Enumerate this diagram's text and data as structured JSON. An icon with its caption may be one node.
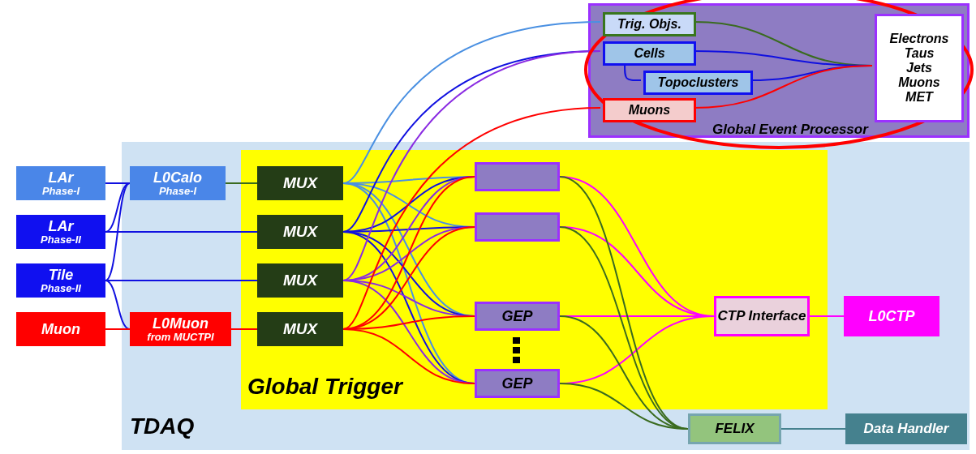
{
  "diagram": {
    "nodes": [
      {
        "text": [
          "TDAQ"
        ]
      },
      {
        "text": [
          "LAr",
          "Phase-I"
        ]
      },
      {
        "text": [
          "LAr",
          "Phase-II"
        ]
      },
      {
        "text": [
          "Tile",
          "Phase-II"
        ]
      },
      {
        "text": [
          "Muon"
        ]
      },
      {
        "text": [
          "L0Calo",
          "Phase-I"
        ],
        "in": 0
      },
      {
        "text": [
          "L0Muon",
          "from MUCTPI"
        ],
        "in": 0
      },
      {
        "text": [
          "Global Trigger"
        ],
        "in": 0
      },
      {
        "text": [
          "MUX"
        ],
        "in": 7
      },
      {
        "text": [
          "MUX"
        ],
        "in": 7
      },
      {
        "text": [
          "MUX"
        ],
        "in": 7
      },
      {
        "text": [
          "MUX"
        ],
        "in": 7
      },
      {
        "text": [],
        "shape": "box",
        "in": 7
      },
      {
        "text": [],
        "shape": "box",
        "in": 7
      },
      {
        "text": [
          "GEP"
        ],
        "in": 7
      },
      {
        "text": [
          "GEP"
        ],
        "in": 7
      },
      {
        "text": [
          "CTP Interface"
        ],
        "in": 7
      },
      {
        "text": [
          "L0CTP"
        ],
        "in": 0
      },
      {
        "text": [
          "FELIX"
        ],
        "in": 0
      },
      {
        "text": [
          "Data Handler"
        ],
        "in": 0
      },
      {
        "text": [
          "Global Event Processor"
        ]
      },
      {
        "text": [
          "Trig. Objs."
        ],
        "in": 20
      },
      {
        "text": [
          "Cells"
        ],
        "in": 20
      },
      {
        "text": [
          "Topoclusters"
        ],
        "in": 20
      },
      {
        "text": [
          "Muons"
        ],
        "in": 20
      },
      {
        "text": [
          "Electrons",
          "Taus",
          "Jets",
          "Muons",
          "MET"
        ],
        "in": 20
      }
    ],
    "edges": [
      {
        "from": 1,
        "to": 5,
        "arrow": "none",
        "color": "#1010e0"
      },
      {
        "from": 2,
        "to": 5,
        "arrow": "none",
        "color": "#1010e0"
      },
      {
        "from": 3,
        "to": 5,
        "arrow": "none",
        "color": "#1010e0"
      },
      {
        "from": 3,
        "to": 6,
        "arrow": "none",
        "color": "#1010e0"
      },
      {
        "from": 4,
        "to": 6,
        "arrow": "none",
        "color": "#ff0000"
      },
      {
        "from": 5,
        "to": 8,
        "arrow": "none",
        "color": "#3a6b1f"
      },
      {
        "from": 2,
        "to": 9,
        "arrow": "none",
        "color": "#1010e0"
      },
      {
        "from": 3,
        "to": 10,
        "arrow": "none",
        "color": "#1010e0"
      },
      {
        "from": 6,
        "to": 11,
        "arrow": "none",
        "color": "#ff0000"
      },
      {
        "from": 8,
        "to": 12,
        "arrow": "none",
        "color": "#4a90e2"
      },
      {
        "from": 8,
        "to": 13,
        "arrow": "none",
        "color": "#4a90e2"
      },
      {
        "from": 8,
        "to": 14,
        "arrow": "none",
        "color": "#4a90e2"
      },
      {
        "from": 8,
        "to": 15,
        "arrow": "none",
        "color": "#4a90e2"
      },
      {
        "from": 9,
        "to": 12,
        "arrow": "none",
        "color": "#1010e0"
      },
      {
        "from": 9,
        "to": 13,
        "arrow": "none",
        "color": "#1010e0"
      },
      {
        "from": 9,
        "to": 14,
        "arrow": "none",
        "color": "#1010e0"
      },
      {
        "from": 9,
        "to": 15,
        "arrow": "none",
        "color": "#1010e0"
      },
      {
        "from": 10,
        "to": 12,
        "arrow": "none",
        "color": "#8a2be2"
      },
      {
        "from": 10,
        "to": 13,
        "arrow": "none",
        "color": "#8a2be2"
      },
      {
        "from": 10,
        "to": 14,
        "arrow": "none",
        "color": "#8a2be2"
      },
      {
        "from": 10,
        "to": 15,
        "arrow": "none",
        "color": "#8a2be2"
      },
      {
        "from": 11,
        "to": 12,
        "arrow": "none",
        "color": "#ff0000"
      },
      {
        "from": 11,
        "to": 13,
        "arrow": "none",
        "color": "#ff0000"
      },
      {
        "from": 11,
        "to": 14,
        "arrow": "none",
        "color": "#ff0000"
      },
      {
        "from": 11,
        "to": 15,
        "arrow": "none",
        "color": "#ff0000"
      },
      {
        "from": 8,
        "to": 21,
        "arrow": "none",
        "color": "#4a90e2"
      },
      {
        "from": 9,
        "to": 22,
        "arrow": "none",
        "color": "#1010e0"
      },
      {
        "from": 10,
        "to": 22,
        "arrow": "none",
        "color": "#8a2be2"
      },
      {
        "from": 11,
        "to": 24,
        "arrow": "none",
        "color": "#ff0000"
      },
      {
        "from": 12,
        "to": 16,
        "arrow": "none",
        "color": "#ff00ff"
      },
      {
        "from": 13,
        "to": 16,
        "arrow": "none",
        "color": "#ff00ff"
      },
      {
        "from": 14,
        "to": 16,
        "arrow": "none",
        "color": "#ff00ff"
      },
      {
        "from": 15,
        "to": 16,
        "arrow": "none",
        "color": "#ff00ff"
      },
      {
        "from": 12,
        "to": 18,
        "arrow": "none",
        "color": "#3a6b1f"
      },
      {
        "from": 13,
        "to": 18,
        "arrow": "none",
        "color": "#3a6b1f"
      },
      {
        "from": 14,
        "to": 18,
        "arrow": "none",
        "color": "#3a6b1f"
      },
      {
        "from": 15,
        "to": 18,
        "arrow": "none",
        "color": "#3a6b1f"
      },
      {
        "from": 16,
        "to": 17,
        "arrow": "none",
        "color": "#ff00ff"
      },
      {
        "from": 18,
        "to": 19,
        "arrow": "none",
        "color": "#45818e"
      },
      {
        "from": 22,
        "to": 23,
        "arrow": "none",
        "color": "#1010e0"
      },
      {
        "from": 21,
        "to": 25,
        "arrow": "none",
        "color": "#3a6b1f"
      },
      {
        "from": 22,
        "to": 25,
        "arrow": "none",
        "color": "#1010e0"
      },
      {
        "from": 23,
        "to": 25,
        "arrow": "none",
        "color": "#1010e0"
      },
      {
        "from": 24,
        "to": 25,
        "arrow": "none",
        "color": "#ff0000"
      }
    ]
  }
}
